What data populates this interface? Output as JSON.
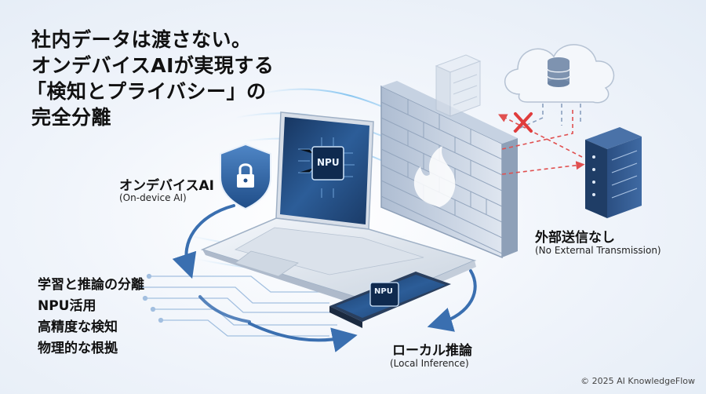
{
  "headline": {
    "line1": "社内データは渡さない。",
    "line2": "オンデバイスAIが実現する",
    "line3": "「検知とプライバシー」の",
    "line4": "完全分離"
  },
  "labels": {
    "ondevice_ja": "オンデバイスAI",
    "ondevice_en": "(On-device AI)",
    "external_ja": "外部送信なし",
    "external_en": "(No External Transmission)",
    "local_ja": "ローカル推論",
    "local_en": "(Local Inference)"
  },
  "chips": {
    "laptop": "NPU",
    "phone": "NPU"
  },
  "features": [
    "学習と推論の分離",
    "NPU活用",
    "高精度な検知",
    "物理的な根拠"
  ],
  "copyright": "© 2025 AI KnowledgeFlow",
  "colors": {
    "accent_blue": "#3a6fb0",
    "block_red": "#e03c3c",
    "dark_text": "#111111"
  },
  "icons": [
    "shield-lock-icon",
    "cloud-database-icon",
    "server-icon",
    "firewall-icon",
    "flame-icon",
    "block-x-icon",
    "npu-chip-icon"
  ]
}
